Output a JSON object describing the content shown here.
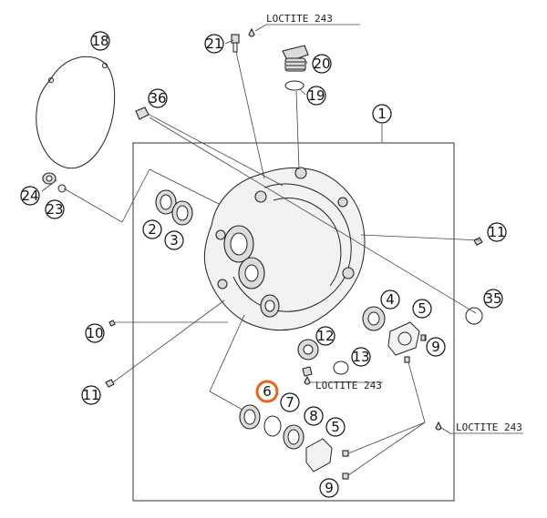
{
  "callouts": {
    "c1": "1",
    "c2": "2",
    "c3": "3",
    "c4": "4",
    "c5a": "5",
    "c5b": "5",
    "c6": "6",
    "c7": "7",
    "c8": "8",
    "c9a": "9",
    "c9b": "9",
    "c10": "10",
    "c11a": "11",
    "c11b": "11",
    "c12": "12",
    "c13": "13",
    "c18": "18",
    "c19": "19",
    "c20": "20",
    "c21": "21",
    "c23": "23",
    "c24": "24",
    "c35": "35",
    "c36": "36"
  },
  "notes": {
    "loctite_top": "LOCTITE 243",
    "loctite_mid": "LOCTITE 243",
    "loctite_right": "LOCTITE 243"
  },
  "colors": {
    "highlight": "#e8641b",
    "ink": "#111111"
  }
}
